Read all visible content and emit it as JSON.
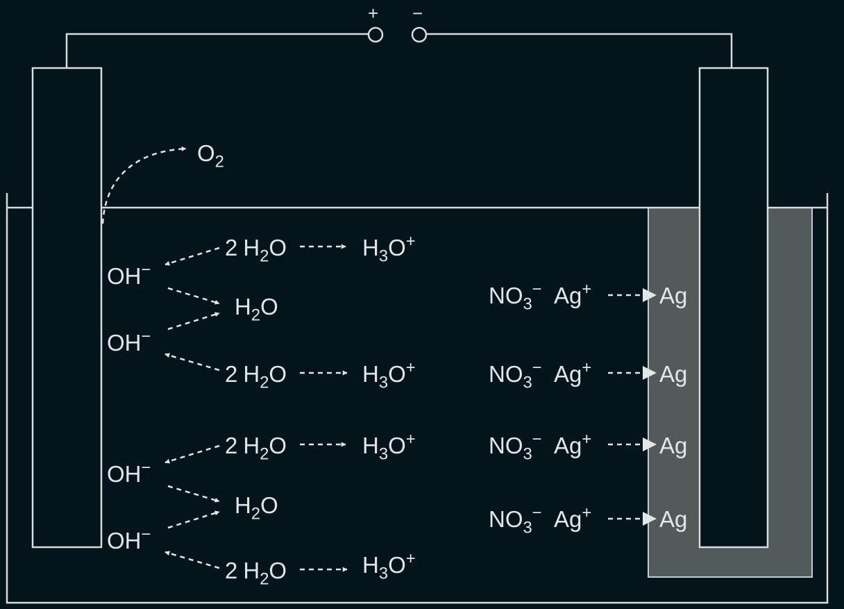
{
  "terminals": {
    "positive": "+",
    "negative": "−"
  },
  "colors": {
    "background": "#03141a",
    "line": "#d9dcdc",
    "text": "#e2e6e7",
    "deposit": "#525a5a"
  },
  "labels": {
    "o2": {
      "base": "O",
      "sub": "2"
    },
    "oh": {
      "base": "OH",
      "sup": "−"
    },
    "h2o": {
      "base": "H",
      "sub": "2",
      "tail": "O"
    },
    "two_h2o": {
      "pre": "2",
      "base": "H",
      "sub": "2",
      "tail": "O"
    },
    "h3o": {
      "base": "H",
      "sub": "3",
      "tail": "O",
      "sup": "+"
    },
    "no3": {
      "base": "NO",
      "sub": "3",
      "sup": "−"
    },
    "ag_ion": {
      "base": "Ag",
      "sup": "+"
    },
    "ag": {
      "base": "Ag"
    }
  }
}
